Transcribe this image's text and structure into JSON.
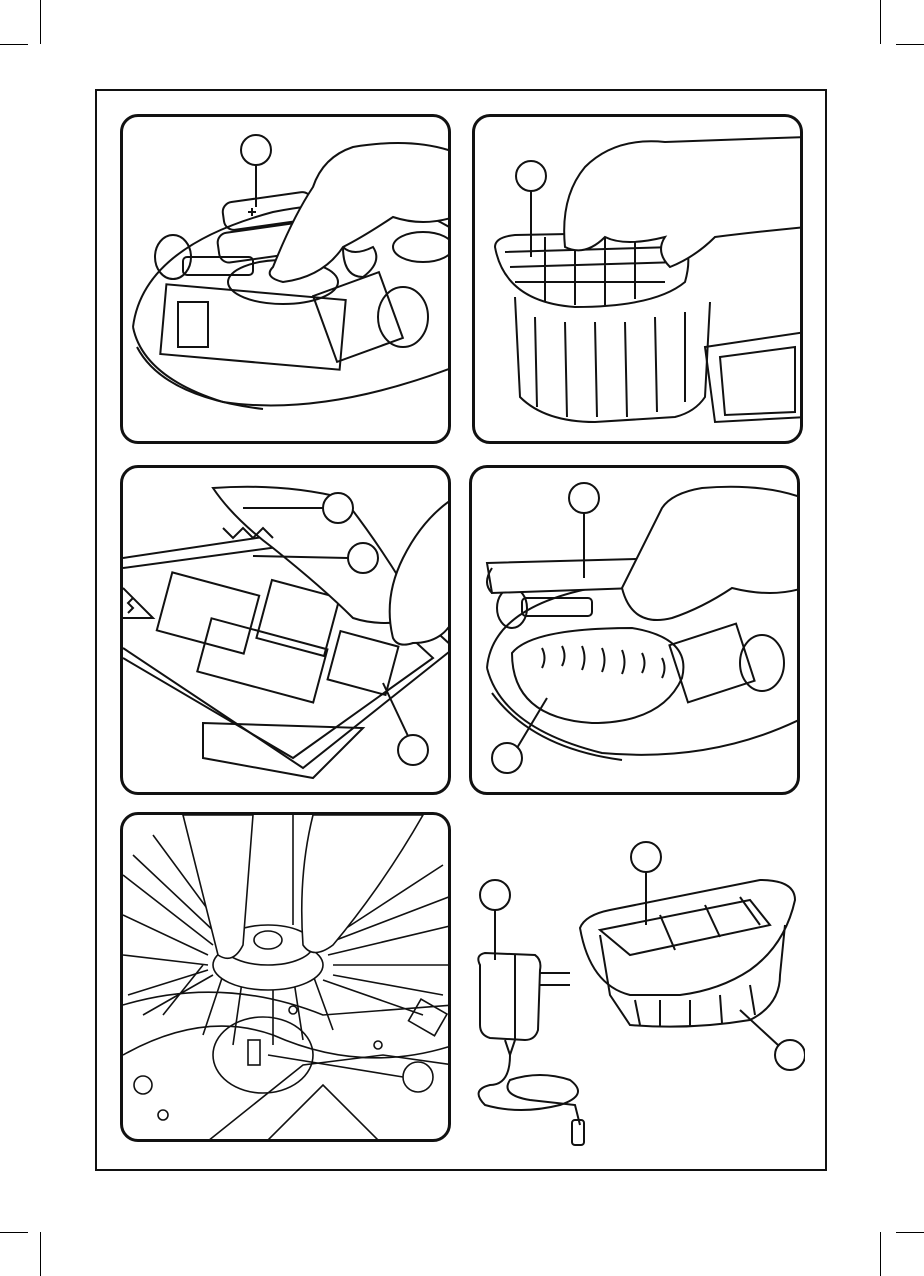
{
  "page": {
    "description_none": ""
  },
  "panels": [
    {
      "id": "battery",
      "depicts": "battery-insertion"
    },
    {
      "id": "filter-grid",
      "depicts": "filter-grid-removal"
    },
    {
      "id": "mop-pad",
      "depicts": "mop-pad-attachment"
    },
    {
      "id": "cover",
      "depicts": "bottom-cover-placement"
    },
    {
      "id": "side-brush",
      "depicts": "side-brush-mounting"
    },
    {
      "id": "accessories",
      "depicts": "adapter-and-dustbin"
    }
  ],
  "icons": {
    "callout": "circle-callout-icon",
    "hand": "hand-icon",
    "battery": "battery-icon",
    "robot": "robot-vacuum-icon",
    "adapter": "power-adapter-icon",
    "dustbin": "dustbin-icon"
  },
  "colors": {
    "line": "#111111",
    "background": "#ffffff"
  }
}
